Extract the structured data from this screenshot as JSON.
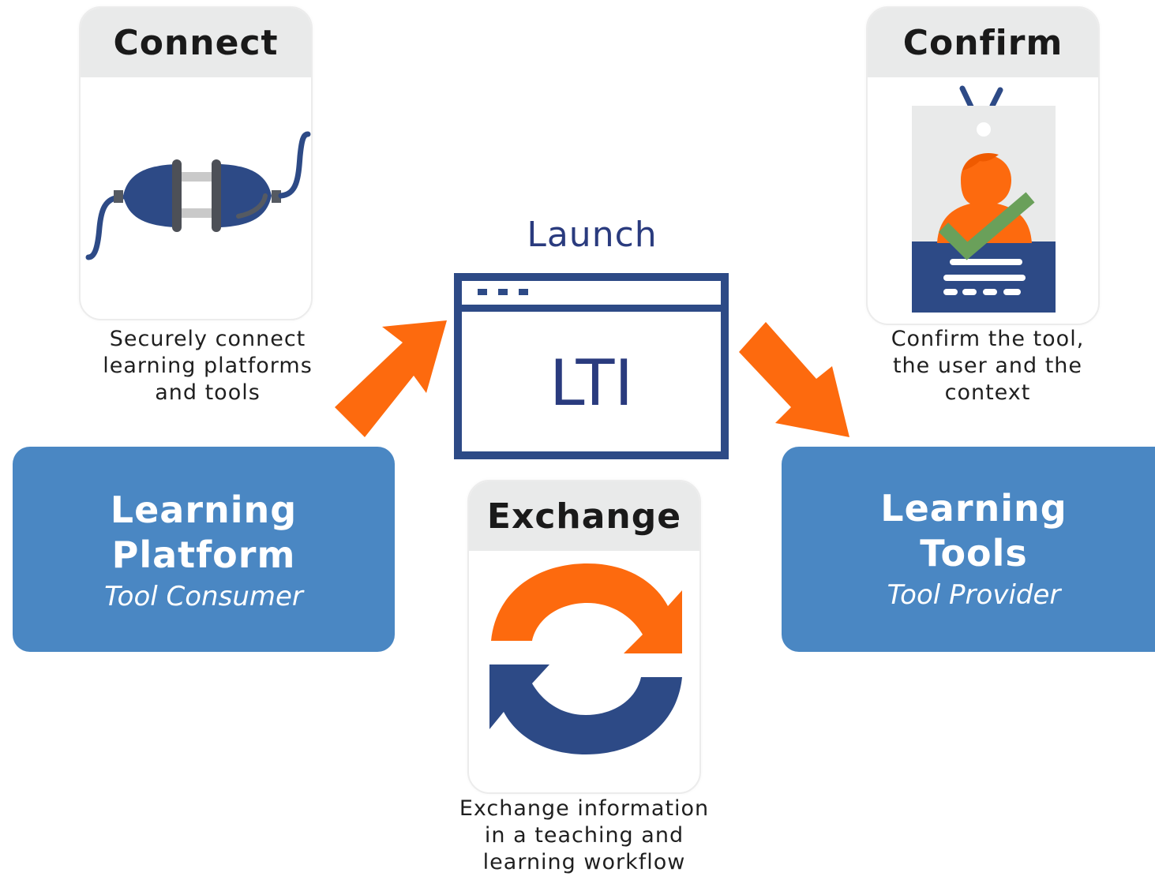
{
  "colors": {
    "blue_box": "#4a87c3",
    "navy": "#2d4a86",
    "orange": "#fd6a0e",
    "green": "#6aa05a",
    "card_header": "#e9eaea"
  },
  "connect": {
    "title": "Connect",
    "icon": "plug-icon",
    "caption": [
      "Securely connect",
      "learning platforms",
      "and tools"
    ]
  },
  "confirm": {
    "title": "Confirm",
    "icon": "id-badge-check-icon",
    "caption": [
      "Confirm the tool,",
      "the user and the",
      "context"
    ]
  },
  "exchange": {
    "title": "Exchange",
    "icon": "sync-arrows-icon",
    "caption": [
      "Exchange information",
      "in a teaching and",
      "learning workflow"
    ]
  },
  "launch": {
    "label": "Launch",
    "window_text": "LTI",
    "icon": "browser-window-icon"
  },
  "platform": {
    "title_lines": [
      "Learning",
      "Platform"
    ],
    "subtitle": "Tool Consumer"
  },
  "tools": {
    "title_lines": [
      "Learning",
      "Tools"
    ],
    "subtitle": "Tool Provider"
  }
}
